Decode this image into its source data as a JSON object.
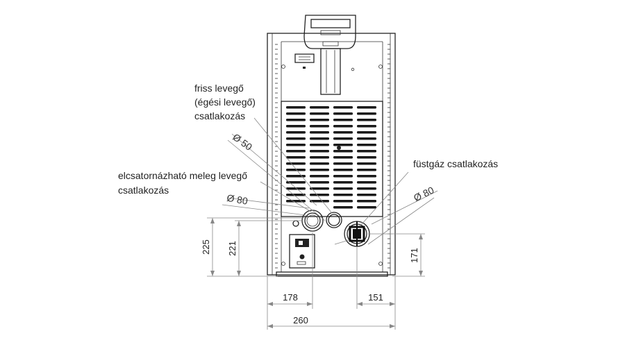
{
  "labels": {
    "fresh_air": [
      "friss levegő",
      "(égési levegő)",
      "csatlakozás"
    ],
    "warm_air": [
      "elcsatornázható meleg levegő",
      "csatlakozás"
    ],
    "flue_gas": "füstgáz csatlakozás"
  },
  "diameters": {
    "fresh_air": "Ø 50",
    "warm_air": "Ø 80",
    "flue_gas": "Ø 80"
  },
  "dimensions": {
    "h225": "225",
    "h221": "221",
    "h171": "171",
    "w178": "178",
    "w151": "151",
    "w260": "260"
  }
}
